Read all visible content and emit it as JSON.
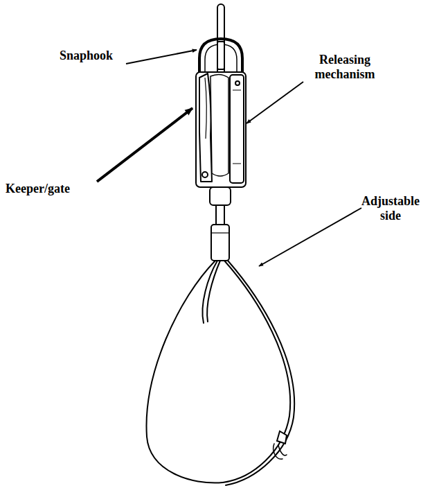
{
  "diagram": {
    "labels": [
      "Snaphook",
      "Releasing mechanism",
      "Keeper/gate",
      "Adjustable side"
    ]
  }
}
